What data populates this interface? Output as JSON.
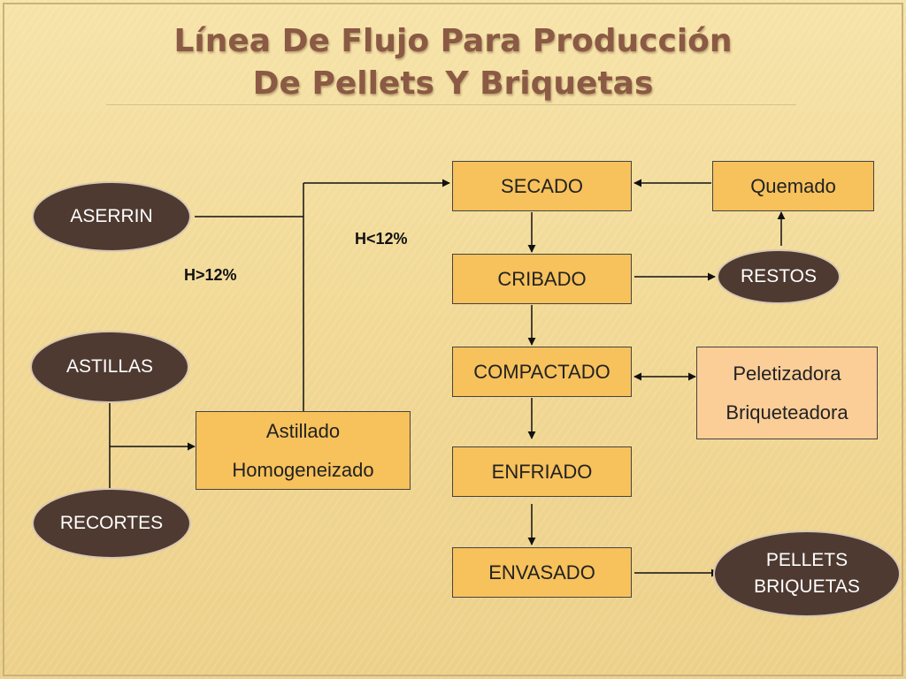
{
  "title": {
    "line1": "Línea De Flujo Para Producción",
    "line2": "De Pellets Y Briquetas"
  },
  "sources": {
    "aserrin": "ASERRIN",
    "astillas": "ASTILLAS",
    "recortes": "RECORTES"
  },
  "process": {
    "astillado": {
      "line1": "Astillado",
      "line2": "Homogeneizado"
    },
    "secado": "SECADO",
    "cribado": "CRIBADO",
    "compactado": "COMPACTADO",
    "enfriado": "ENFRIADO",
    "envasado": "ENVASADO"
  },
  "side": {
    "quemado": "Quemado",
    "restos": "RESTOS",
    "machines": {
      "line1": "Peletizadora",
      "line2": "Briqueteadora"
    },
    "product": {
      "line1": "PELLETS",
      "line2": "BRIQUETAS"
    }
  },
  "labels": {
    "humidity_high": "H>12%",
    "humidity_low": "H<12%"
  },
  "colors": {
    "box": "#f7c15b",
    "box_light": "#fbcd97",
    "oval": "#4e3a31",
    "title": "#8a5a44",
    "background": "#f3dd9c"
  }
}
